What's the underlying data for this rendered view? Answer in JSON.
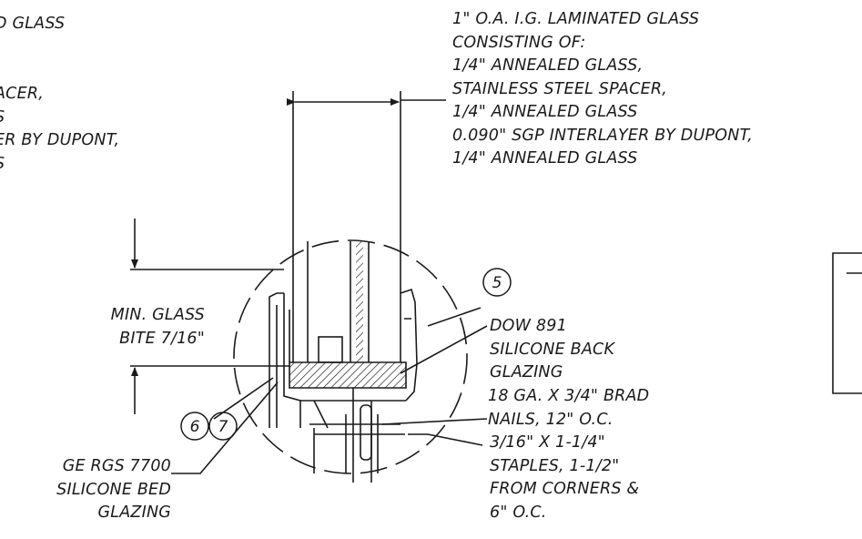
{
  "left_partial_callout": [
    "D GLASS",
    ",",
    "ACER,",
    "S",
    "ER BY DUPONT,",
    "S"
  ],
  "glass_callout": [
    "1\" O.A. I.G. LAMINATED GLASS",
    "CONSISTING OF:",
    "1/4\" ANNEALED GLASS,",
    "STAINLESS STEEL SPACER,",
    "1/4\" ANNEALED GLASS",
    "0.090\" SGP INTERLAYER BY DUPONT,",
    "1/4\" ANNEALED GLASS"
  ],
  "bite_callout": [
    "MIN. GLASS",
    "BITE 7/16\""
  ],
  "back_glazing_callout": [
    "DOW 891",
    "SILICONE BACK",
    "GLAZING"
  ],
  "brad_nails_callout": [
    "18 GA. X 3/4\" BRAD",
    "NAILS, 12\" O.C."
  ],
  "staples_callout": [
    "3/16\" X 1-1/4\"",
    "STAPLES, 1-1/2\"",
    "FROM CORNERS &",
    "6\" O.C."
  ],
  "bed_glazing_callout": [
    "GE RGS 7700",
    "SILICONE BED",
    "GLAZING"
  ],
  "tags": {
    "t5": "5",
    "t6": "6",
    "t7": "7"
  },
  "colors": {
    "ink": "#1a1a1a",
    "paper": "#ffffff"
  }
}
